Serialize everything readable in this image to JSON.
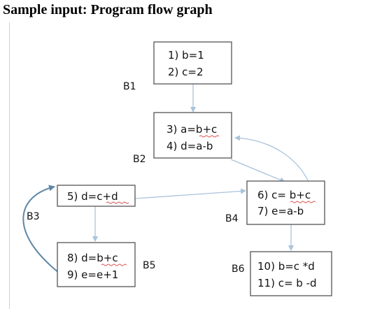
{
  "title": "Sample input: Program flow graph",
  "blocks": [
    {
      "id": "B1",
      "label": "B1",
      "lines": [
        "1)  b=1",
        "2)  c=2"
      ]
    },
    {
      "id": "B2",
      "label": "B2",
      "lines": [
        "3) a=b+c",
        "4) d=a-b"
      ]
    },
    {
      "id": "B3",
      "label": "B3",
      "lines": [
        "5) d=c+d"
      ]
    },
    {
      "id": "B4",
      "label": "B4",
      "lines": [
        "6) c= b+c",
        "7) e=a-b"
      ]
    },
    {
      "id": "B5",
      "label": "B5",
      "lines": [
        "8) d=b+c",
        "9) e=e+1"
      ]
    },
    {
      "id": "B6",
      "label": "B6",
      "lines": [
        "10) b=c *d",
        "11) c= b -d"
      ]
    }
  ],
  "edges": [
    {
      "from": "B1",
      "to": "B2"
    },
    {
      "from": "B2",
      "to": "B4"
    },
    {
      "from": "B3",
      "to": "B4"
    },
    {
      "from": "B3",
      "to": "B5"
    },
    {
      "from": "B4",
      "to": "B2"
    },
    {
      "from": "B4",
      "to": "B6"
    },
    {
      "from": "B5",
      "to": "B3"
    }
  ],
  "colors": {
    "edge": "#a9c3db",
    "back_edge": "#5f87a6",
    "box_border": "#555555",
    "spell_underline": "#d9534f"
  }
}
